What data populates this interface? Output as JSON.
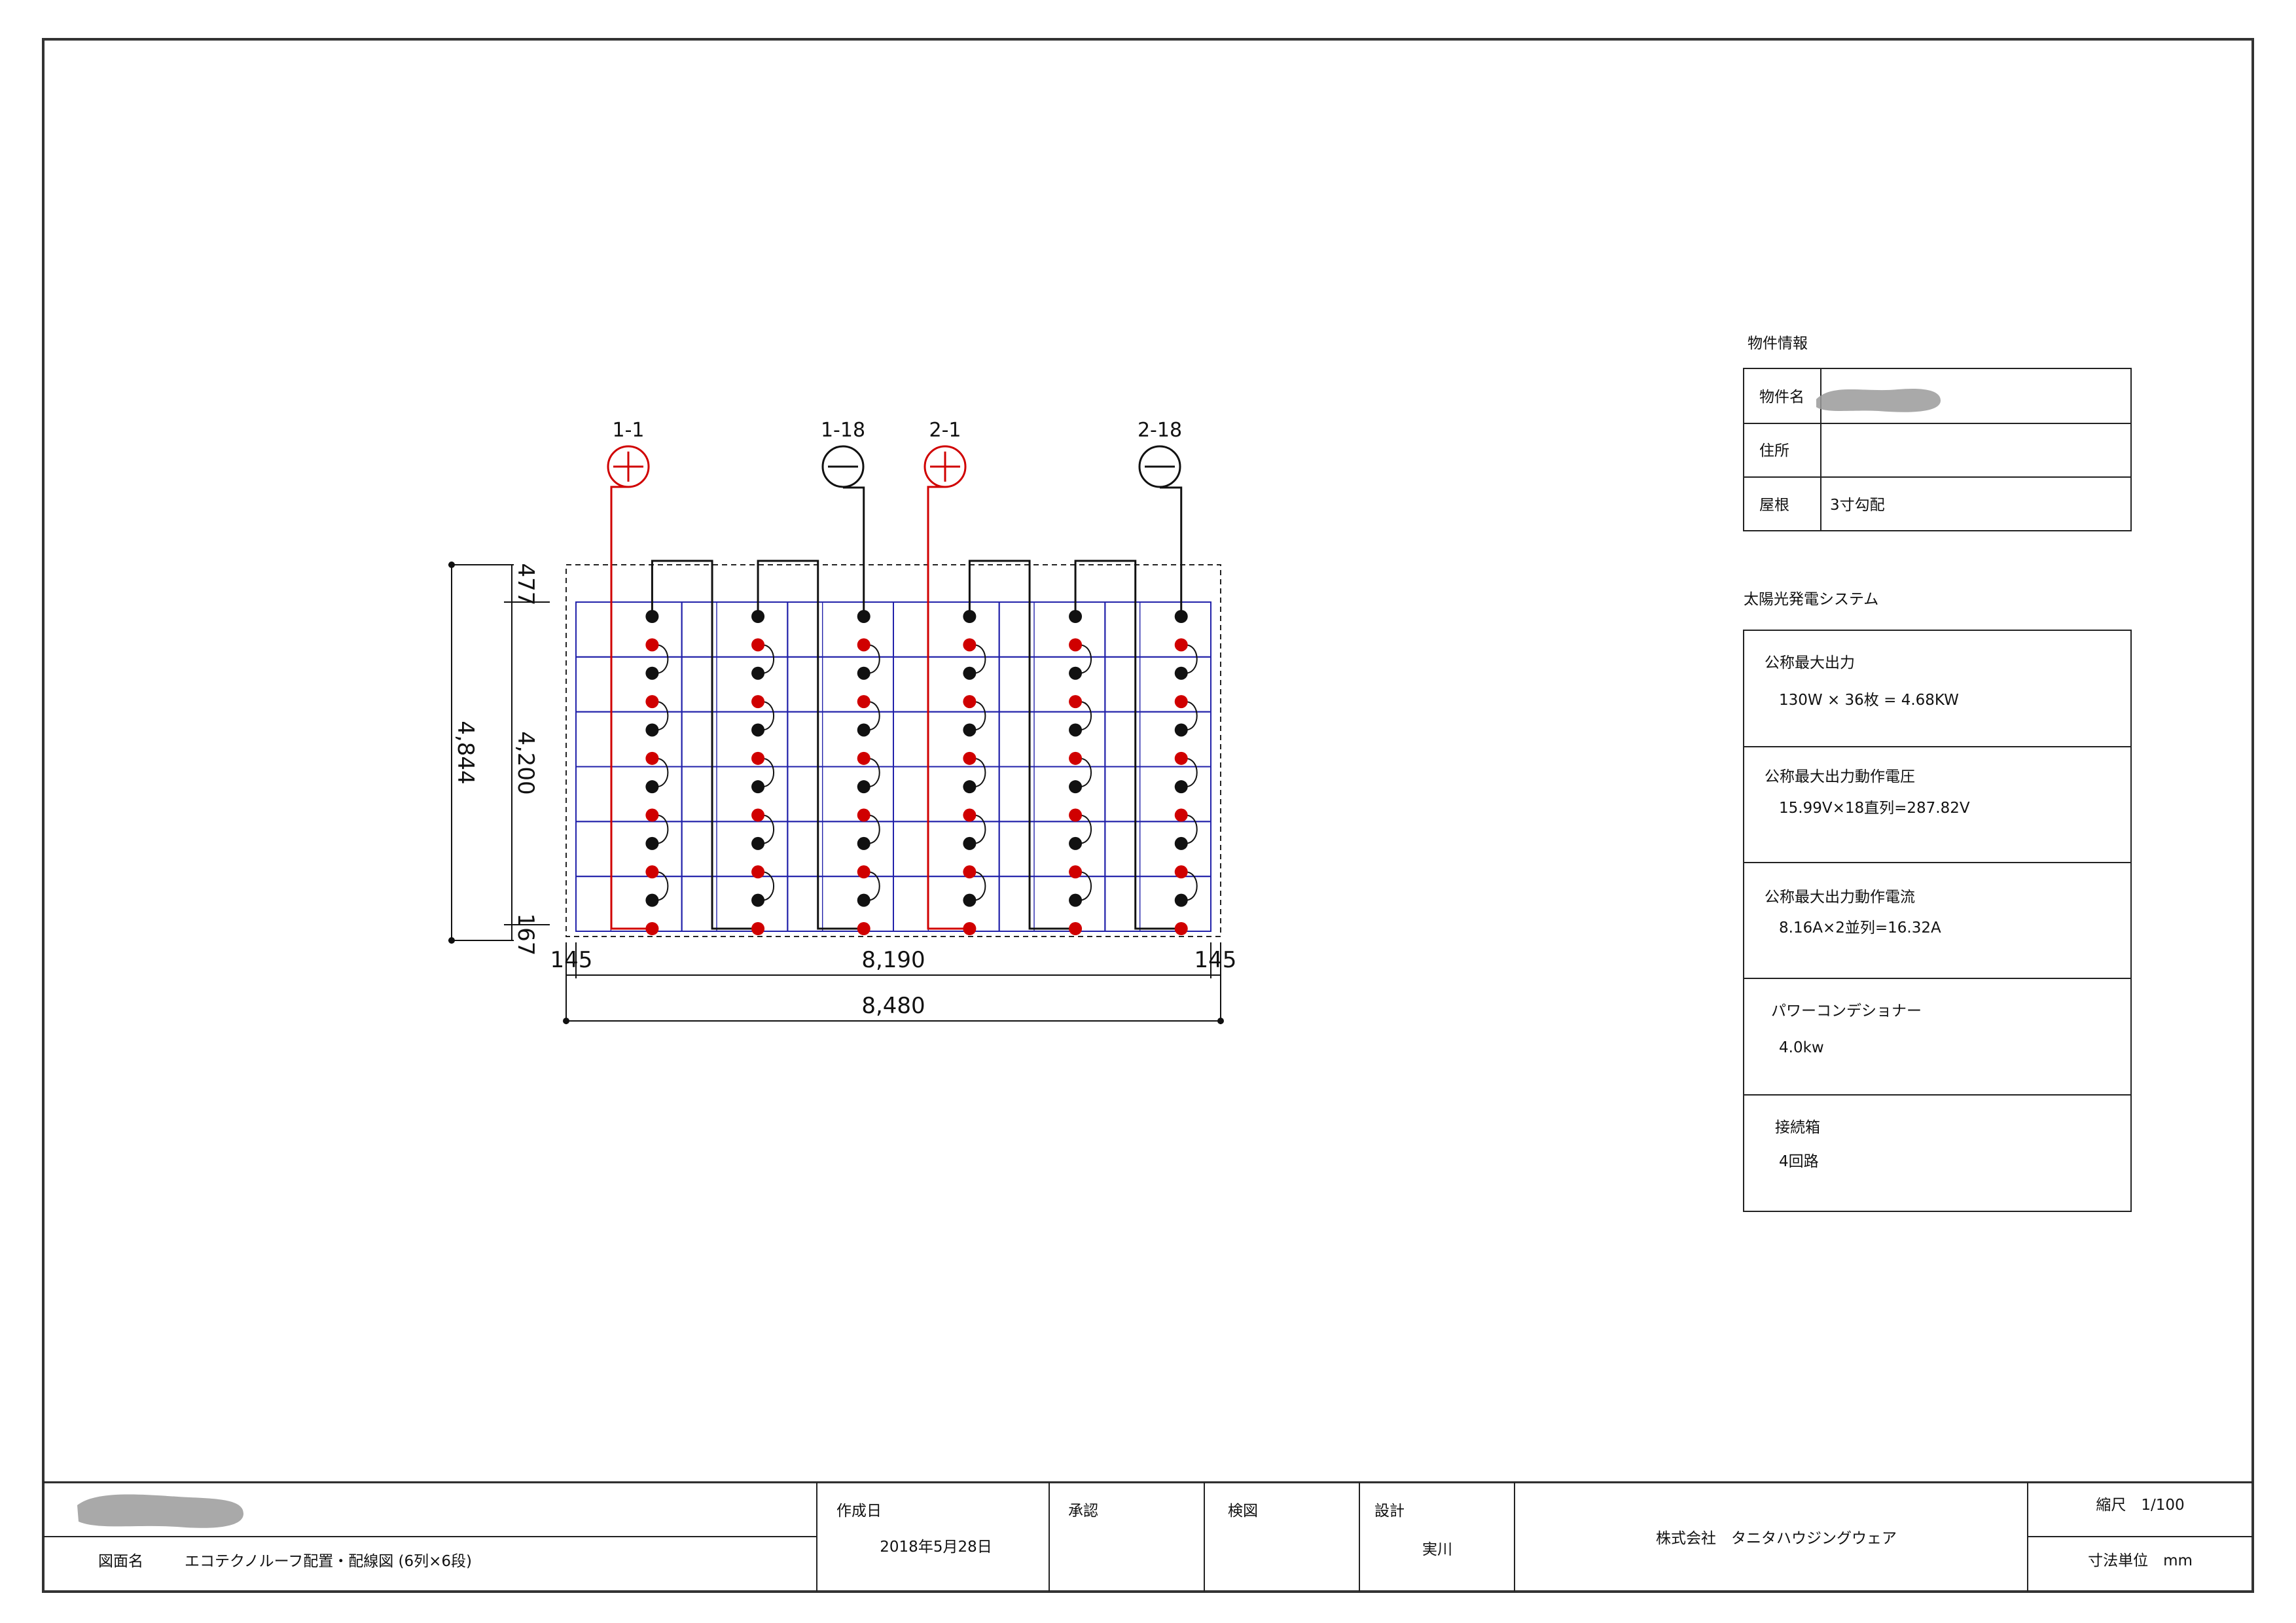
{
  "drawing": {
    "string_labels": [
      {
        "id": "1-1",
        "polarity": "+",
        "color": "#d00000"
      },
      {
        "id": "1-18",
        "polarity": "-",
        "color": "#111111"
      },
      {
        "id": "2-1",
        "polarity": "+",
        "color": "#d00000"
      },
      {
        "id": "2-18",
        "polarity": "-",
        "color": "#111111"
      }
    ],
    "array": {
      "columns": 6,
      "rows": 6,
      "grid_color": "#2222aa"
    },
    "dimensions": {
      "total_height": "4,844",
      "top_margin": "477",
      "panel_height": "4,200",
      "bottom_margin": "167",
      "left_margin": "145",
      "panel_width": "8,190",
      "right_margin": "145",
      "total_width": "8,480"
    },
    "colors": {
      "positive": "#d00000",
      "negative": "#111111",
      "frame": "#222222"
    }
  },
  "property_info": {
    "heading": "物件情報",
    "rows": [
      {
        "label": "物件名",
        "value": ""
      },
      {
        "label": "住所",
        "value": ""
      },
      {
        "label": "屋根",
        "value": "3寸勾配"
      }
    ]
  },
  "pv_system": {
    "heading": "太陽光発電システム",
    "sections": [
      {
        "title": "公称最大出力",
        "value": "130W × 36枚 = 4.68KW"
      },
      {
        "title": "公称最大出力動作電圧",
        "value": "15.99V×18直列=287.82V"
      },
      {
        "title": "公称最大出力動作電流",
        "value": "8.16A×2並列=16.32A"
      },
      {
        "title": "パワーコンデショナー",
        "value": "4.0kw"
      },
      {
        "title": "接続箱",
        "value": "4回路"
      }
    ]
  },
  "title_block": {
    "drawing_name_label": "図面名",
    "drawing_name": "エコテクノルーフ配置・配線図 (6列×6段)",
    "created_label": "作成日",
    "created_date": "2018年5月28日",
    "approval_label": "承認",
    "check_label": "検図",
    "design_label": "設計",
    "designer": "実川",
    "company": "株式会社　タニタハウジングウェア",
    "scale_label": "縮尺　1/100",
    "unit_label": "寸法単位　mm"
  }
}
